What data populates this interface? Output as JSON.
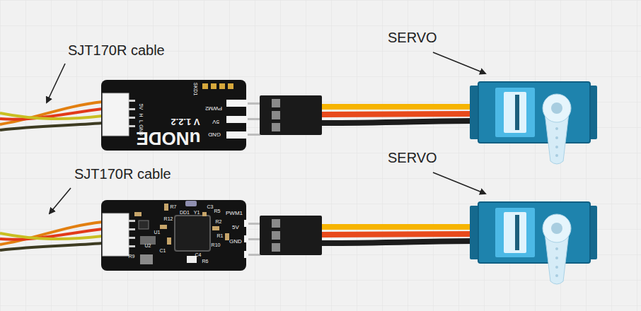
{
  "diagram": {
    "nodes": [
      {
        "text": [
          "uNODE",
          "V 1.2.2",
          "PWM2",
          "5V",
          "GND",
          "5V",
          "H",
          "L",
          "GND",
          "SKD1"
        ]
      },
      {
        "text": [
          "R7",
          "DD1",
          "Y1",
          "C3",
          "R5",
          "PWM1",
          "R2",
          "5V",
          "R1",
          "R10",
          "GND",
          "R12",
          "U1",
          "U2",
          "R9",
          "C1",
          "C4",
          "R6"
        ]
      }
    ],
    "labels": [
      "SJT170R cable",
      "SERVO",
      "SJT170R cable",
      "SERVO"
    ]
  }
}
